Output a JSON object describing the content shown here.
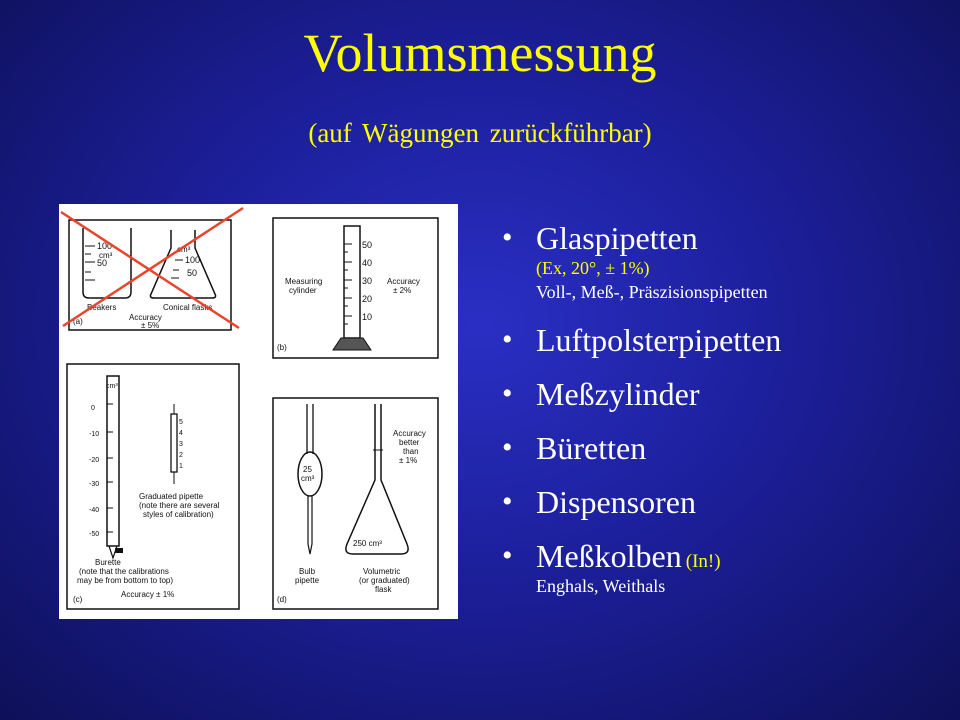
{
  "slide": {
    "title": "Volumsmessung",
    "subtitle": "(auf Wägungen zurückführbar)"
  },
  "colors": {
    "accent": "#ffff00",
    "background": "#1c1f9a",
    "text": "#ffffff",
    "cross": "#e8452c"
  },
  "figure": {
    "panel_a": {
      "label": "(a)",
      "beaker_100": "100",
      "beaker_unit": "cm³",
      "beaker_50": "50",
      "beakers": "Beakers",
      "flask_unit": "cm³",
      "flask_100": "100",
      "flask_50": "50",
      "conical_flasks": "Conical flasks",
      "accuracy": "Accuracy",
      "accuracy_value": "± 5%",
      "crossed_out": true
    },
    "panel_b": {
      "label": "(b)",
      "ticks": [
        "50",
        "40",
        "30",
        "20",
        "10"
      ],
      "name_line1": "Measuring",
      "name_line2": "cylinder",
      "accuracy": "Accuracy",
      "accuracy_value": "± 2%"
    },
    "panel_c": {
      "label": "(c)",
      "burette_unit": "cm³",
      "burette_ticks": [
        "0",
        "-10",
        "-20",
        "-30",
        "-40",
        "-50"
      ],
      "pipette_ticks": [
        "5",
        "4",
        "3",
        "2",
        "1"
      ],
      "graduated_pipette": "Graduated pipette",
      "pipette_note1": "(note there are several",
      "pipette_note2": "styles of calibration)",
      "burette": "Burette",
      "burette_note1": "(note that the calibrations",
      "burette_note2": "may be from bottom to top)",
      "accuracy_line": "Accuracy ± 1%"
    },
    "panel_d": {
      "label": "(d)",
      "bulb_value": "25",
      "bulb_unit": "cm³",
      "flask_value": "250 cm³",
      "acc1": "Accuracy",
      "acc2": "better",
      "acc3": "than",
      "acc4": "± 1%",
      "bulb1": "Bulb",
      "bulb2": "pipette",
      "vol1": "Volumetric",
      "vol2": "(or graduated)",
      "vol3": "flask"
    }
  },
  "bullets": [
    {
      "text": "Glaspipetten",
      "note": "",
      "sub_yellow": "(Ex, 20°, ± 1%)",
      "sub": "Voll-, Meß-, Präszisionspipetten"
    },
    {
      "text": "Luftpolsterpipetten",
      "note": "",
      "sub_yellow": "",
      "sub": ""
    },
    {
      "text": "Meßzylinder",
      "note": "",
      "sub_yellow": "",
      "sub": ""
    },
    {
      "text": "Büretten",
      "note": "",
      "sub_yellow": "",
      "sub": ""
    },
    {
      "text": "Dispensoren",
      "note": "",
      "sub_yellow": "",
      "sub": ""
    },
    {
      "text": "Meßkolben",
      "note": "(In!)",
      "sub_yellow": "",
      "sub": "Enghals, Weithals"
    }
  ],
  "bullet_glyph": "•"
}
